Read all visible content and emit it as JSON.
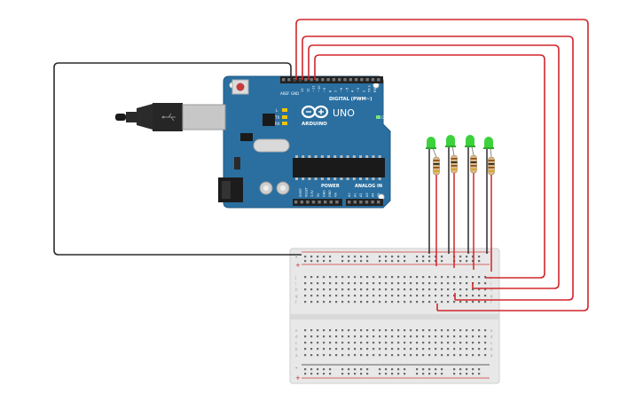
{
  "board": {
    "brand": "ARDUINO",
    "model": "UNO",
    "digital_header": "DIGITAL (PWM~)",
    "power_header": "POWER",
    "analog_header": "ANALOG IN",
    "tx_label": "TX",
    "rx_label": "RX",
    "l_label": "L",
    "on_label": "ON",
    "aref_label": "AREF",
    "gnd_label": "GND",
    "digital_pins": [
      "13",
      "12",
      "~11",
      "~10",
      "~9",
      "8",
      "7",
      "~6",
      "~5",
      "4",
      "~3",
      "2",
      "TX 1",
      "RX 0"
    ],
    "power_pins": [
      "IOREF",
      "RESET",
      "3.3V",
      "5V",
      "GND",
      "GND",
      "Vin"
    ],
    "analog_pins": [
      "A0",
      "A1",
      "A2",
      "A3",
      "A4",
      "A5"
    ]
  },
  "breadboard": {
    "plus_label": "+",
    "minus_label": "-",
    "row_letters_top": [
      "j",
      "i",
      "h",
      "g",
      "f"
    ],
    "row_letters_bottom": [
      "e",
      "d",
      "c",
      "b",
      "a"
    ]
  },
  "colors": {
    "board": "#2a6fa0",
    "board_edge": "#1f5a84",
    "signal_wire": "#d0262b",
    "ground_wire": "#2b2b2b",
    "led": "#3bd23b",
    "resistor": "#d8b98b",
    "breadboard": "#e9e9e9"
  },
  "leds": [
    {
      "color": "green"
    },
    {
      "color": "green"
    },
    {
      "color": "green"
    },
    {
      "color": "green"
    }
  ]
}
